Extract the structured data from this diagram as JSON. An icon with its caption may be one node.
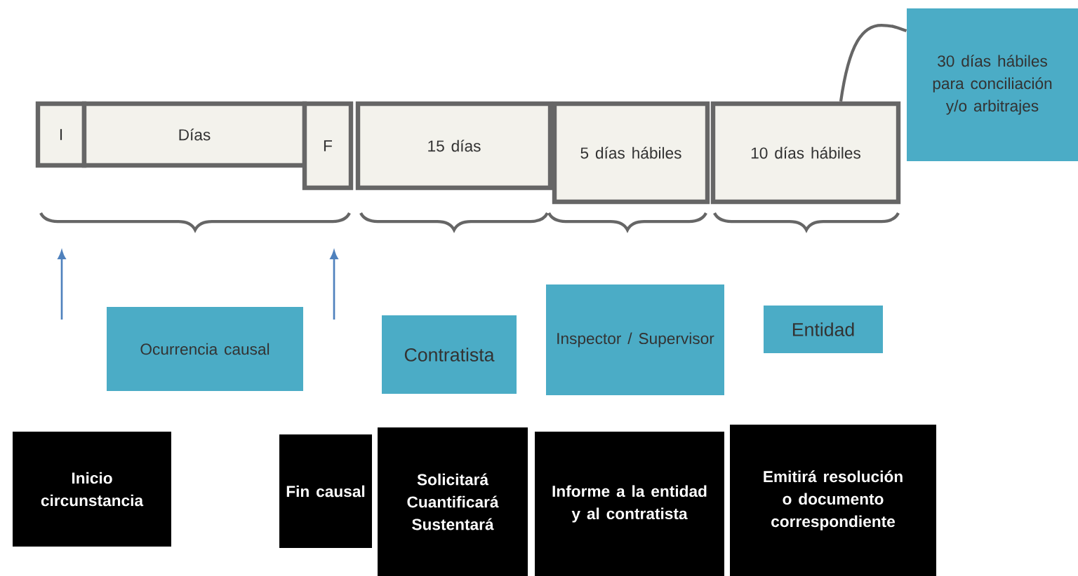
{
  "diagram": {
    "nodes": [
      {
        "text": [
          "I"
        ]
      },
      {
        "text": [
          "Días"
        ]
      },
      {
        "text": [
          "F"
        ]
      },
      {
        "text": [
          "15 días"
        ]
      },
      {
        "text": [
          "5 días hábiles"
        ]
      },
      {
        "text": [
          "10 días hábiles"
        ]
      },
      {
        "text": [
          "30 días hábiles para conciliación y/o arbitrajes"
        ]
      },
      {
        "text": [
          "Ocurrencia causal"
        ]
      },
      {
        "text": [
          "Contratista"
        ]
      },
      {
        "text": [
          "Inspector / Supervisor"
        ]
      },
      {
        "text": [
          "Entidad"
        ]
      },
      {
        "text": [
          "Inicio circunstancia"
        ]
      },
      {
        "text": [
          "Fin causal"
        ]
      },
      {
        "text": [
          "Solicitará Cuantificará Sustentará"
        ]
      },
      {
        "text": [
          "Informe a la entidad y al contratista"
        ]
      },
      {
        "text": [
          "Emitirá resolución o documento correspondiente"
        ]
      }
    ],
    "edges": [
      {
        "from": 5,
        "to": 6,
        "arrow": "none"
      }
    ]
  }
}
